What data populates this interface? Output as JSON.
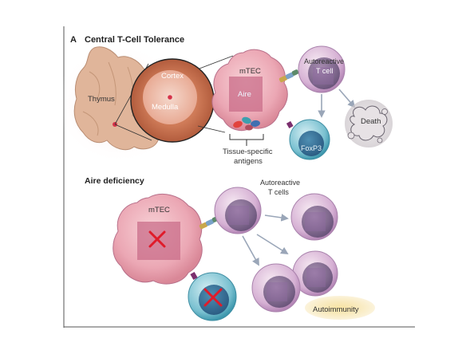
{
  "panel": {
    "letter": "A",
    "title": "Central T-Cell Tolerance"
  },
  "top": {
    "thymus_label": "Thymus",
    "cortex_label": "Cortex",
    "medulla_label": "Medulla",
    "mtec_label": "mTEC",
    "aire_label": "Aire",
    "autoreactive_label_line1": "Autoreactive",
    "autoreactive_label_line2": "T cell",
    "death_label": "Death",
    "foxp3_label": "FoxP3",
    "antigens_label_line1": "Tissue-specific",
    "antigens_label_line2": "antigens"
  },
  "bottom": {
    "section_title": "Aire deficiency",
    "mtec_label": "mTEC",
    "autoreactive_label_line1": "Autoreactive",
    "autoreactive_label_line2": "T cells",
    "autoimmunity_label": "Autoimmunity"
  },
  "colors": {
    "cell_pink": "#e9a6b3",
    "tcell_purple": "#c7a0c8",
    "treg_teal": "#5fb1c4",
    "death_gray": "#d9d4d8",
    "x_red": "#e01b2a",
    "autoimmunity_bg": "#f4dc8e"
  }
}
